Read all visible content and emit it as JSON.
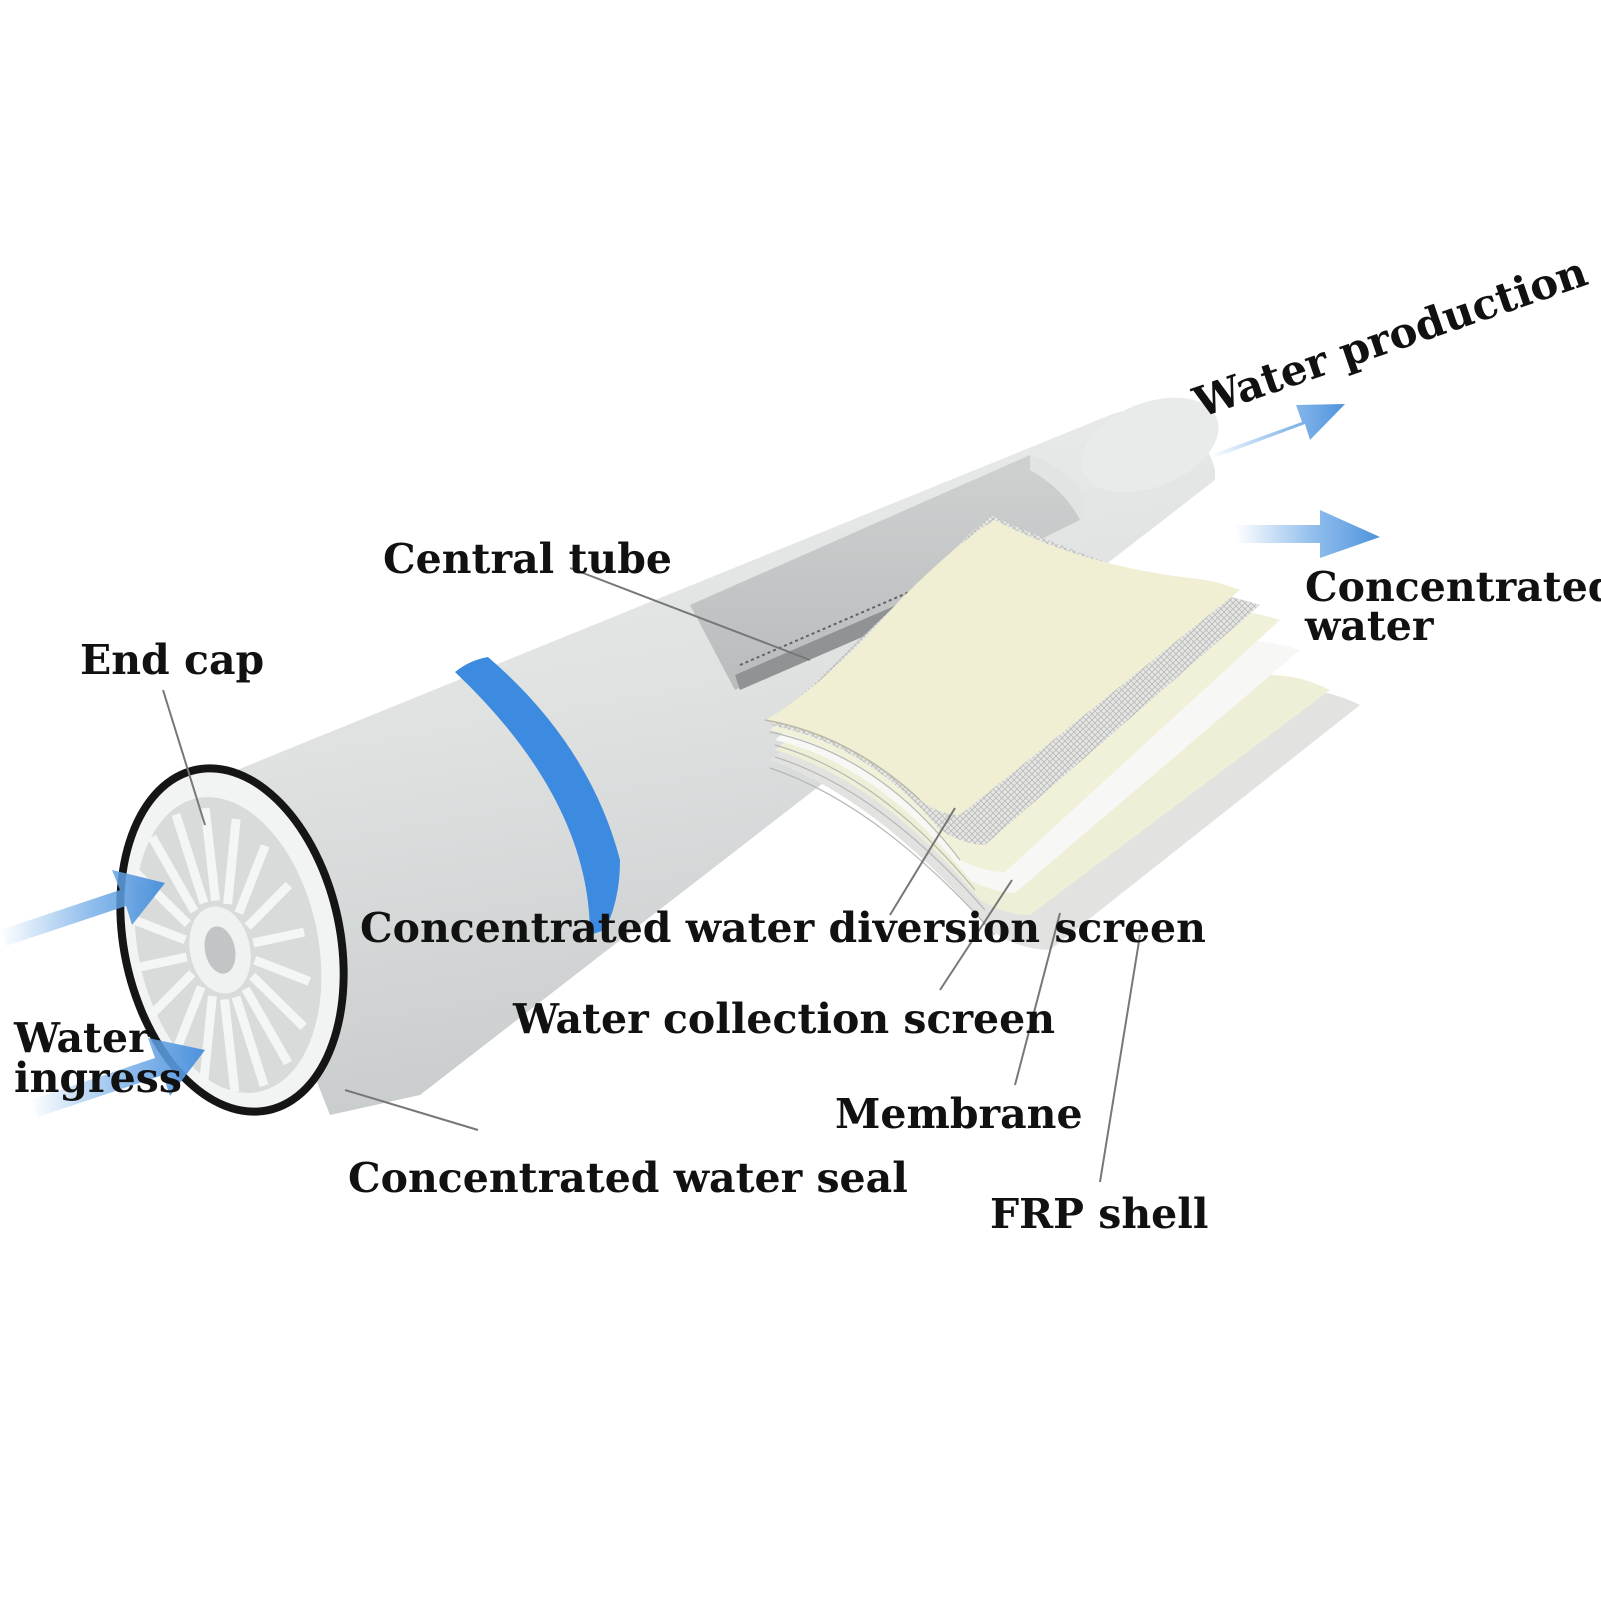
{
  "labels": {
    "water_production": "Water production",
    "concentrated_water_line1": "Concentrated",
    "concentrated_water_line2": "water",
    "central_tube": "Central tube",
    "end_cap": "End cap",
    "water_ingress_line1": "Water",
    "water_ingress_line2": "ingress",
    "diversion_screen": "Concentrated water diversion screen",
    "collection_screen": "Water collection screen",
    "membrane": "Membrane",
    "water_seal": "Concentrated water seal",
    "frp_shell": "FRP shell"
  },
  "colors": {
    "shell": "#dfe1e1",
    "shell_shadow": "#c4c7c8",
    "blue_band": "#3d8be0",
    "arrow": "#6aa7e6",
    "membrane": "#f1f0d8",
    "screen": "#e4e5e3",
    "seal": "#151515",
    "leader": "#777777"
  }
}
